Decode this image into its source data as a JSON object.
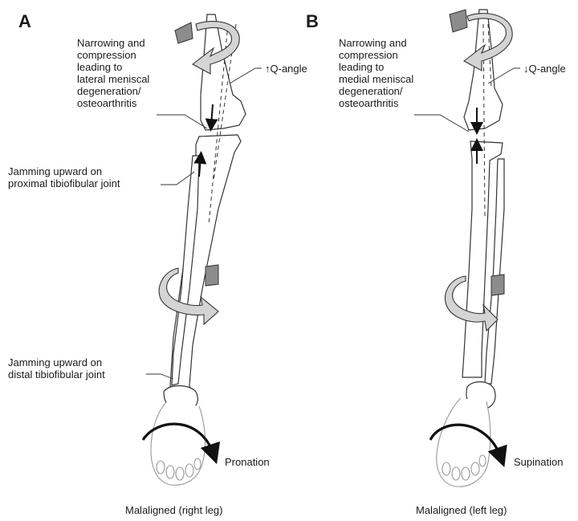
{
  "panel_a": {
    "letter": "A",
    "label_narrowing": [
      "Narrowing and",
      "compression",
      "leading to",
      "lateral meniscal",
      "degeneration/",
      "osteoarthritis"
    ],
    "label_q_angle": "↑Q-angle",
    "label_proximal": [
      "Jamming upward on",
      "proximal tibiofibular joint"
    ],
    "label_distal": [
      "Jamming upward on",
      "distal tibiofibular joint"
    ],
    "label_rotation": "Pronation",
    "caption": "Malaligned (right leg)"
  },
  "panel_b": {
    "letter": "B",
    "label_narrowing": [
      "Narrowing and",
      "compression",
      "leading to",
      "medial meniscal",
      "degeneration/",
      "osteoarthritis"
    ],
    "label_q_angle": "↓Q-angle",
    "label_rotation": "Supination",
    "caption": "Malaligned (left leg)"
  },
  "colors": {
    "bone_stroke": "#333333",
    "rotation_band": "#8c8c8c",
    "arrow_fill": "#d4d4d4",
    "foot_stroke": "#9a9a9a"
  }
}
